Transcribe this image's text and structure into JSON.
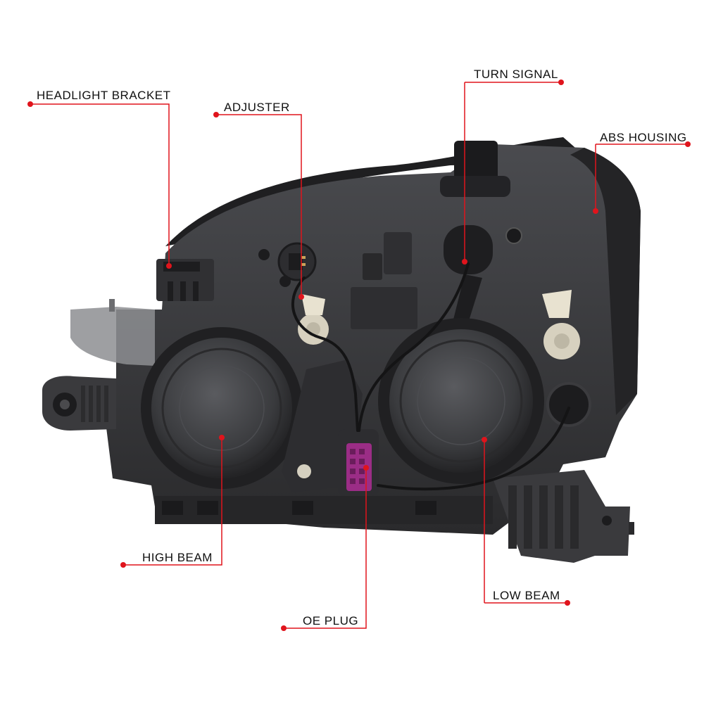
{
  "colors": {
    "background": "#ffffff",
    "leader_line": "#e0141c",
    "housing_dark": "#2b2b2d",
    "housing_mid": "#3c3c3f",
    "housing_light": "#55565a",
    "plug_connector": "#9b2d86",
    "label_text": "#111111"
  },
  "callouts": {
    "headlight_bracket": "HEADLIGHT BRACKET",
    "adjuster": "ADJUSTER",
    "turn_signal": "TURN SIGNAL",
    "abs_housing": "ABS HOUSING",
    "high_beam": "HIGH BEAM",
    "low_beam": "LOW BEAM",
    "oe_plug": "OE PLUG"
  }
}
